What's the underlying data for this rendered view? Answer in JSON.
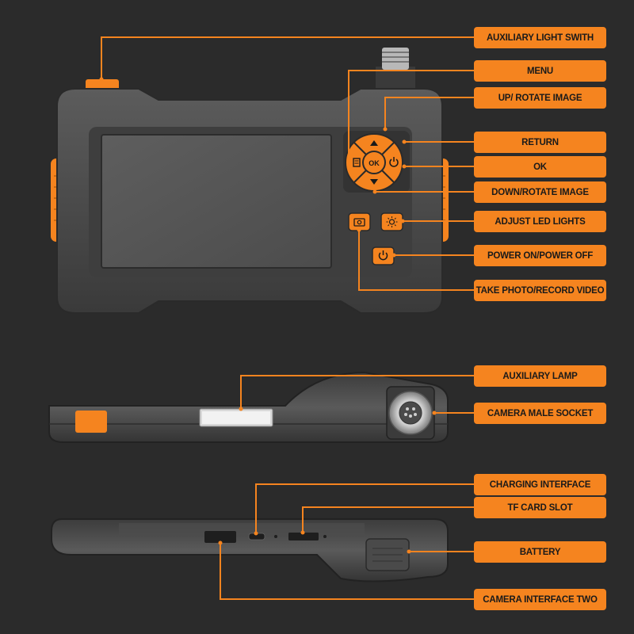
{
  "colors": {
    "background": "#2b2b2b",
    "accent": "#f5841f",
    "label_text": "#1a1a1a",
    "device_body": "#4a4a4a",
    "screen": "#585858"
  },
  "callouts": {
    "auxiliary_light_switch": "AUXILIARY LIGHT SWITH",
    "menu": "MENU",
    "up_rotate": "UP/ ROTATE IMAGE",
    "return": "RETURN",
    "ok": "OK",
    "down_rotate": "DOWN/ROTATE IMAGE",
    "adjust_led": "ADJUST LED LIGHTS",
    "power": "POWER ON/POWER OFF",
    "take_photo": "TAKE PHOTO/RECORD VIDEO",
    "auxiliary_lamp": "AUXILIARY LAMP",
    "camera_socket": "CAMERA MALE SOCKET",
    "charging": "CHARGING INTERFACE",
    "tf_card": "TF CARD SLOT",
    "battery": "BATTERY",
    "camera_interface_two": "CAMERA INTERFACE TWO"
  },
  "buttons": {
    "ok_key": "OK"
  },
  "icons": {
    "up": "arrow-up-icon",
    "down": "arrow-down-icon",
    "menu": "menu-icon",
    "return": "return-icon",
    "camera": "camera-icon",
    "led": "sun-icon",
    "power": "power-icon"
  }
}
